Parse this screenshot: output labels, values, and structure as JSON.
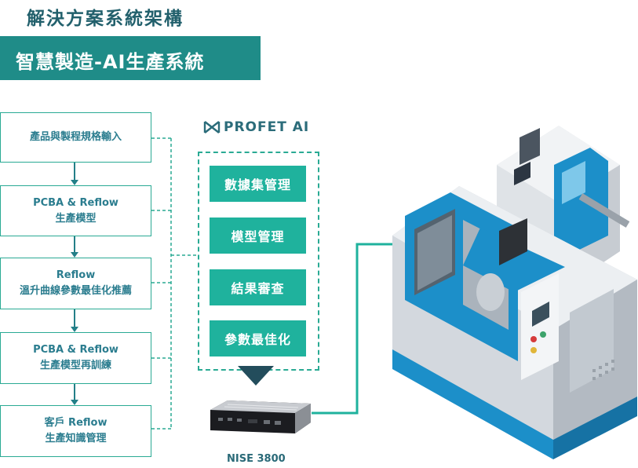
{
  "page": {
    "title": "解決方案系統架構",
    "banner": "智慧製造-AI生產系統"
  },
  "workflow": {
    "steps": [
      {
        "lines": [
          "產品與製程規格輸入"
        ]
      },
      {
        "lines": [
          "PCBA & Reflow",
          "生產模型"
        ]
      },
      {
        "lines": [
          "Reflow",
          "溫升曲線參數最佳化推薦"
        ]
      },
      {
        "lines": [
          "PCBA & Reflow",
          "生產模型再訓練"
        ]
      },
      {
        "lines": [
          "客戶 Reflow",
          "生產知識管理"
        ]
      }
    ]
  },
  "ai_platform": {
    "brand": "PROFET AI",
    "modules": [
      "數據集管理",
      "模型管理",
      "結果審查",
      "參數最佳化"
    ]
  },
  "device": {
    "label": "NISE 3800"
  },
  "colors": {
    "teal_dark": "#1f8c88",
    "teal": "#1fb29d",
    "title_blue": "#22606c",
    "machine_blue": "#1c8fc9"
  }
}
